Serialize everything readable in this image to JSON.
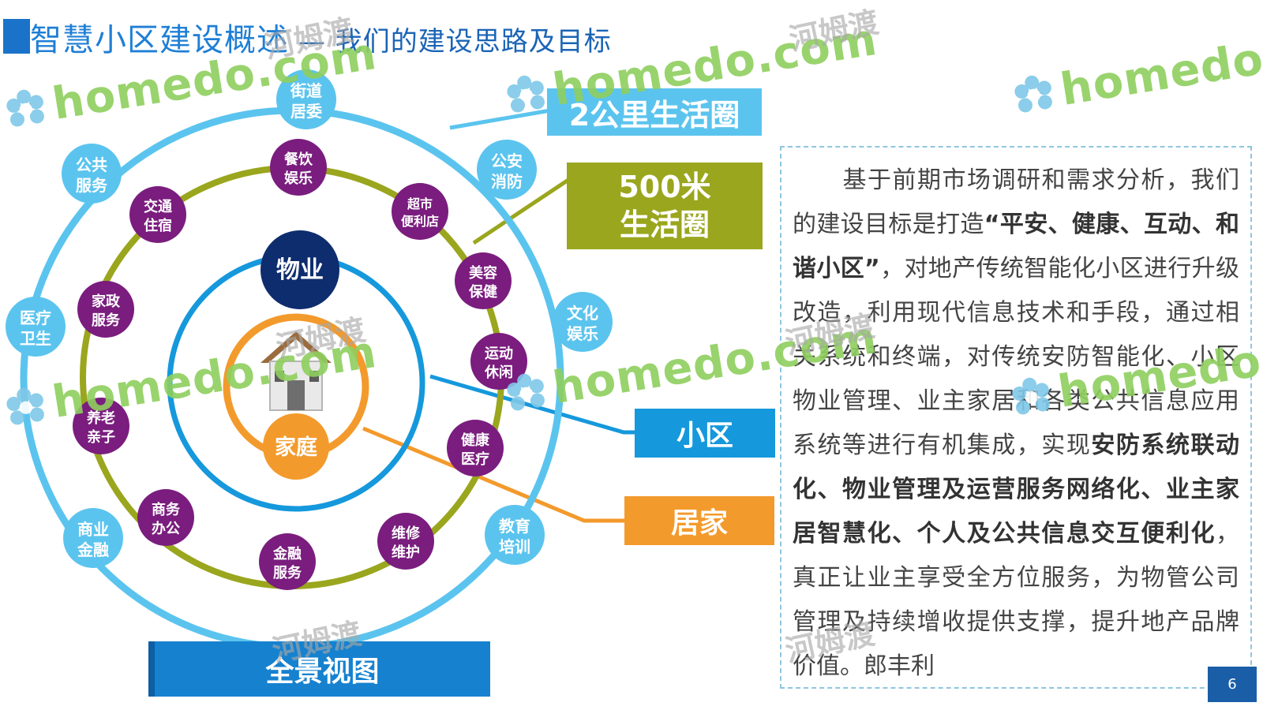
{
  "title": {
    "main": "智慧小区建设概述",
    "sub": "— 我们的建设思路及目标"
  },
  "colors": {
    "outer_ring": "#5bc4ee",
    "middle_ring": "#9aa61d",
    "inner_ring": "#1598dc",
    "home_ring": "#f39a2c",
    "purple_node": "#7a1d7e",
    "navy_node": "#0e2d6e",
    "orange_node": "#f39a2c"
  },
  "diagram": {
    "outer_nodes": [
      {
        "l1": "街道",
        "l2": "居委"
      },
      {
        "l1": "公安",
        "l2": "消防"
      },
      {
        "l1": "文化",
        "l2": "娱乐"
      },
      {
        "l1": "教育",
        "l2": "培训"
      },
      {
        "l1": "商业",
        "l2": "金融"
      },
      {
        "l1": "医疗",
        "l2": "卫生"
      },
      {
        "l1": "公共",
        "l2": "服务"
      }
    ],
    "middle_nodes": [
      {
        "l1": "餐饮",
        "l2": "娱乐"
      },
      {
        "l1": "超市",
        "l2": "便利店"
      },
      {
        "l1": "美容",
        "l2": "保健"
      },
      {
        "l1": "运动",
        "l2": "休闲"
      },
      {
        "l1": "健康",
        "l2": "医疗"
      },
      {
        "l1": "维修",
        "l2": "维护"
      },
      {
        "l1": "金融",
        "l2": "服务"
      },
      {
        "l1": "商务",
        "l2": "办公"
      },
      {
        "l1": "养老",
        "l2": "亲子"
      },
      {
        "l1": "家政",
        "l2": "服务"
      },
      {
        "l1": "交通",
        "l2": "住宿"
      }
    ],
    "property_label": "物业",
    "family_label": "家庭",
    "house_icon": "house-icon"
  },
  "labels": {
    "km2": "2公里生活圈",
    "m500": "500米\n生活圈",
    "community": "小区",
    "home": "居家",
    "panorama": "全景视图"
  },
  "text_panel": {
    "p1": "基于前期市场调研和需求分析，我们的建设目标是打造",
    "b1": "“平安、健康、互动、和谐小区”",
    "p2": "，对地产传统智能化小区进行升级改造，利用现代信息技术和手段，通过相关系统和终端，对传统安防智能化、小区物业管理、业主家居和各类公共信息应用系统等进行有机集成，实现",
    "b2": "安防系统联动化、物业管理及运营服务网络化、业主家居智慧化、个人及公共信息交互便利化",
    "p3": "，真正让业主享受全方位服务，为物管公司管理及持续增收提供支撑，提升地产品牌价值。郎丰利"
  },
  "page_number": "6",
  "watermark": {
    "logo_text": "homedo.com",
    "overlay_text": "河姆渡",
    "flower_icon": "flower-icon"
  }
}
